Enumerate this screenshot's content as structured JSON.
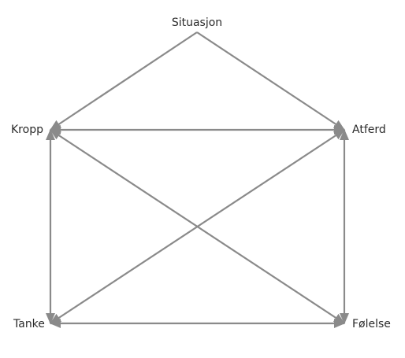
{
  "nodes": {
    "situasjon": "Situasjon",
    "kropp": "Kropp",
    "atferd": "Atferd",
    "tanke": "Tanke",
    "folelse": "Følelse"
  },
  "colors": {
    "line": "#8a8a8a",
    "text": "#2a2a2a"
  },
  "edges": [
    {
      "from": "situasjon",
      "to": "kropp",
      "bidirectional": false
    },
    {
      "from": "situasjon",
      "to": "atferd",
      "bidirectional": false
    },
    {
      "from": "kropp",
      "to": "atferd",
      "bidirectional": true
    },
    {
      "from": "kropp",
      "to": "tanke",
      "bidirectional": true
    },
    {
      "from": "atferd",
      "to": "folelse",
      "bidirectional": true
    },
    {
      "from": "tanke",
      "to": "folelse",
      "bidirectional": true
    },
    {
      "from": "kropp",
      "to": "folelse",
      "bidirectional": true
    },
    {
      "from": "atferd",
      "to": "tanke",
      "bidirectional": true
    }
  ]
}
